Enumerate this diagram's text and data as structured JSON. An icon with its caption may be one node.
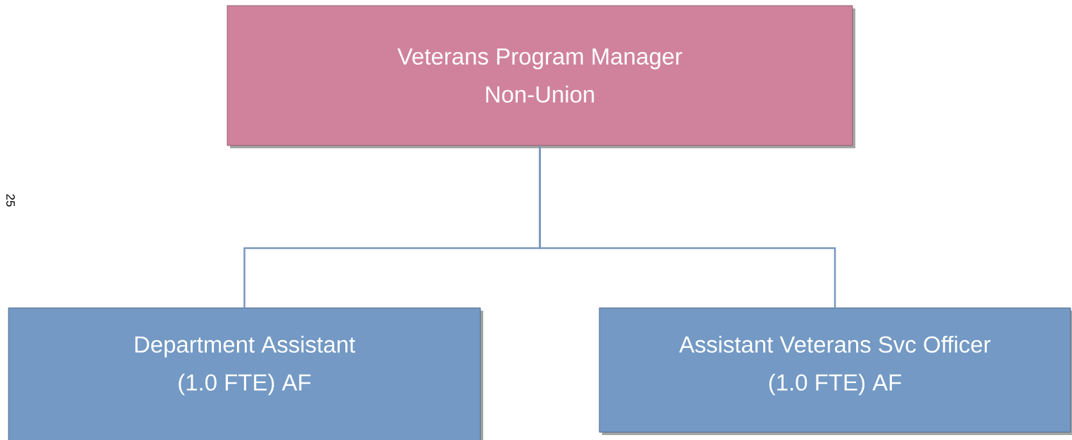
{
  "diagram": {
    "nodes": [
      {
        "text": [
          "Veterans Program Manager",
          "Non-Union"
        ]
      },
      {
        "text": [
          "Department Assistant",
          "(1.0 FTE) AF"
        ]
      },
      {
        "text": [
          "Assistant Veterans Svc Officer",
          "(1.0 FTE) AF"
        ]
      }
    ],
    "edges": [
      {
        "from": 0,
        "to": 1,
        "arrow": "none"
      },
      {
        "from": 0,
        "to": 2,
        "arrow": "none"
      }
    ],
    "labels": [
      "25"
    ]
  }
}
